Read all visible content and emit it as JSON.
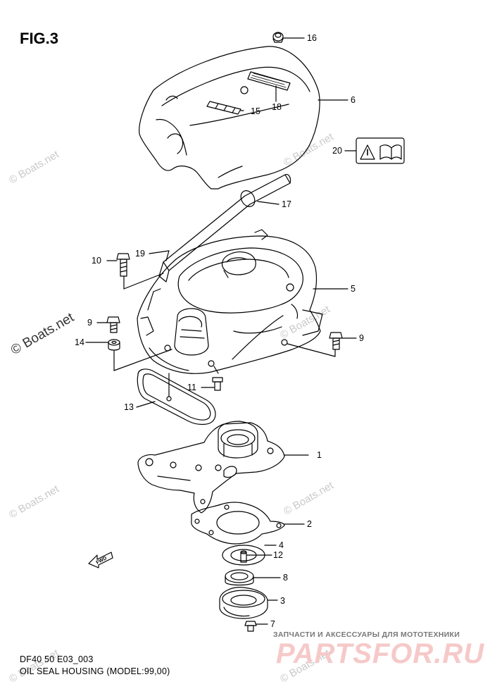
{
  "figure": {
    "title": "FIG.3",
    "code": "DF40 50 E03_003",
    "caption": "OIL SEAL HOUSING (MODEL:99,00)"
  },
  "callouts": [
    "1",
    "2",
    "3",
    "4",
    "5",
    "6",
    "7",
    "8",
    "9",
    "9",
    "10",
    "11",
    "12",
    "13",
    "14",
    "15",
    "16",
    "17",
    "18",
    "19",
    "20"
  ],
  "fwd_label": "FWD",
  "watermarks": {
    "faint": "© Boats.net",
    "dark": "© Boats.net"
  },
  "footer": {
    "shop_text": "ЗАПЧАСТИ И АКСЕССУАРЫ ДЛЯ МОТОТЕХНИКИ",
    "brand_text": "PARTSFOR.RU"
  },
  "colors": {
    "line": "#000000",
    "watermark": "#c9c9c9",
    "brand": "#f6c9c9"
  }
}
